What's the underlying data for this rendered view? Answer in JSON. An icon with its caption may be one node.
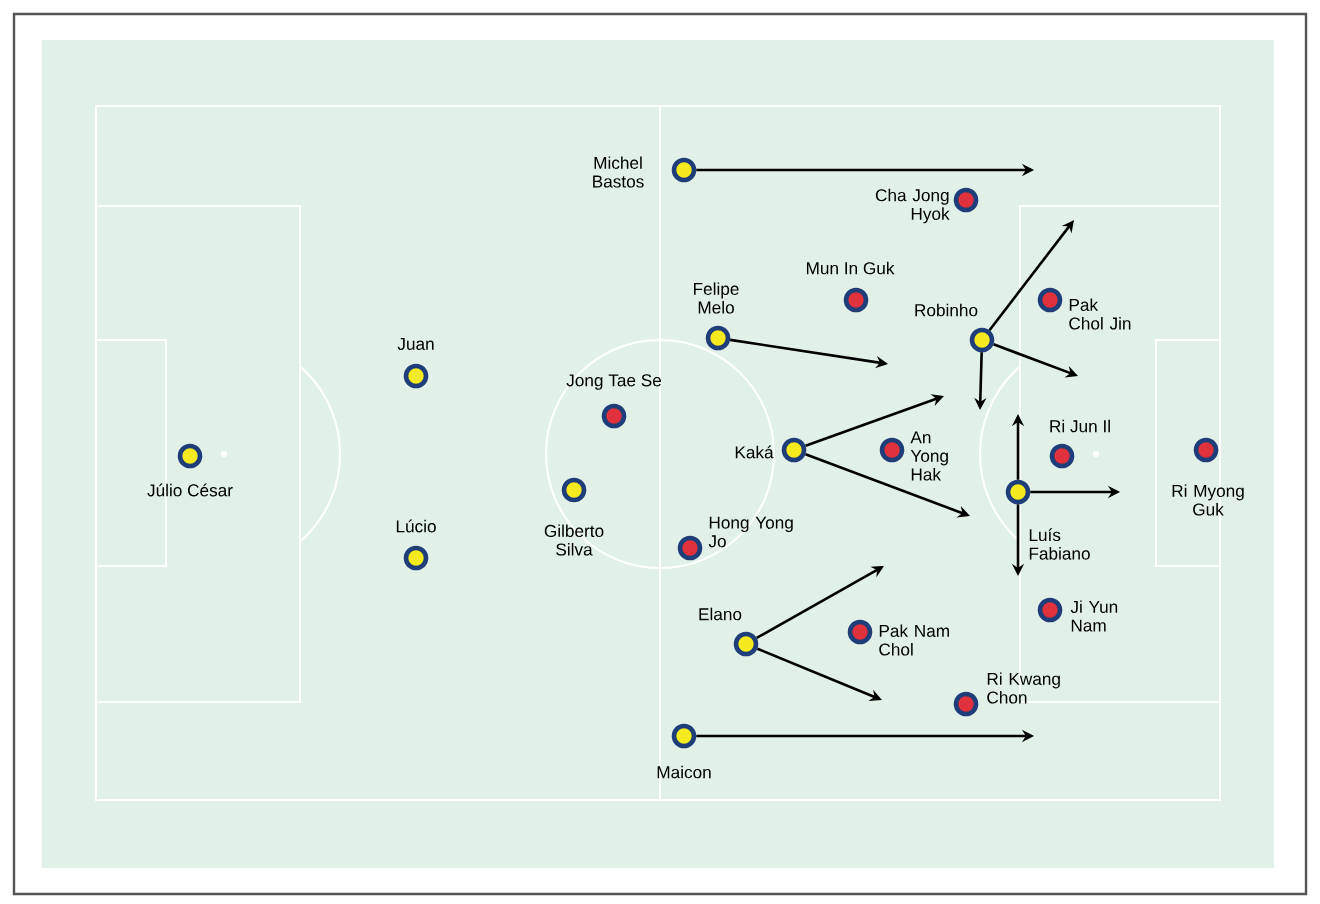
{
  "diagram": {
    "nodes": [
      {
        "text": [
          "Júlio César"
        ]
      },
      {
        "text": [
          "Juan"
        ]
      },
      {
        "text": [
          "Lúcio"
        ]
      },
      {
        "text": [
          "Gilberto Silva"
        ]
      },
      {
        "text": [
          "Jong Tae Se"
        ]
      },
      {
        "text": [
          "Michel Bastos"
        ]
      },
      {
        "text": [
          "Cha Jong Hyok"
        ]
      },
      {
        "text": [
          "Mun In Guk"
        ]
      },
      {
        "text": [
          "Felipe Melo"
        ]
      },
      {
        "text": [
          "Robinho"
        ]
      },
      {
        "text": [
          "Pak Chol Jin"
        ]
      },
      {
        "text": [
          "Kaká"
        ]
      },
      {
        "text": [
          "An Yong Hak"
        ]
      },
      {
        "text": [
          "Ri Jun Il"
        ]
      },
      {
        "text": [
          "Ri Myong Guk"
        ]
      },
      {
        "text": [
          "Luís Fabiano"
        ]
      },
      {
        "text": [
          "Hong Yong Jo"
        ]
      },
      {
        "text": [
          "Elano"
        ]
      },
      {
        "text": [
          "Pak Nam Chol"
        ]
      },
      {
        "text": [
          "Ji Yun Nam"
        ]
      },
      {
        "text": [
          "Ri Kwang Chon"
        ]
      },
      {
        "text": [
          "Maicon"
        ]
      }
    ],
    "edges": [
      {
        "from": 5,
        "to": null,
        "arrow": "to"
      },
      {
        "from": 8,
        "to": null,
        "arrow": "to"
      },
      {
        "from": 9,
        "to": null,
        "arrow": "to"
      },
      {
        "from": 9,
        "to": null,
        "arrow": "to"
      },
      {
        "from": 9,
        "to": null,
        "arrow": "to"
      },
      {
        "from": 11,
        "to": null,
        "arrow": "to"
      },
      {
        "from": 11,
        "to": null,
        "arrow": "to"
      },
      {
        "from": 15,
        "to": null,
        "arrow": "to"
      },
      {
        "from": 15,
        "to": null,
        "arrow": "to"
      },
      {
        "from": 15,
        "to": null,
        "arrow": "to"
      },
      {
        "from": 17,
        "to": null,
        "arrow": "to"
      },
      {
        "from": 17,
        "to": null,
        "arrow": "to"
      },
      {
        "from": 21,
        "to": null,
        "arrow": "to"
      }
    ]
  }
}
